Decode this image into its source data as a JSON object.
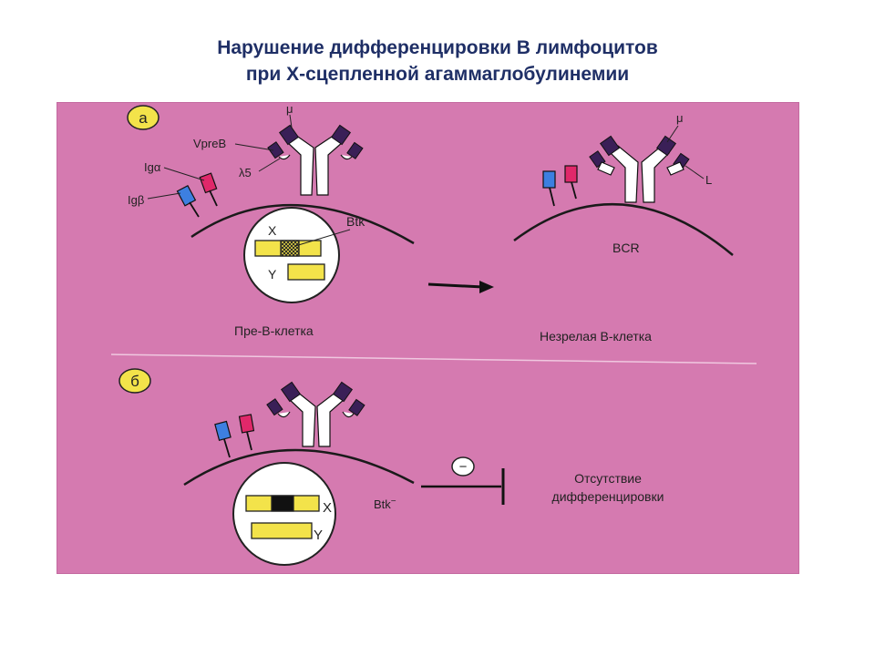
{
  "title": {
    "line1": "Нарушение дифференцировки В лимфоцитов",
    "line2": "при Х-сцепленной агаммаглобулинемии"
  },
  "colors": {
    "background": "#d57ab0",
    "title": "#1f2f66",
    "yellow": "#f3e34a",
    "ig_beta": "#3d7fe0",
    "ig_alpha": "#e0286a",
    "heavy_chain_dark": "#3a1f57",
    "membrane": "#1a1a1a"
  },
  "panel_a": {
    "badge": "а",
    "labels": {
      "mu": "μ",
      "vpreb": "VpreB",
      "lambda5": "λ5",
      "ig_alpha": "Igα",
      "ig_beta": "Igβ",
      "x": "X",
      "y": "Y",
      "btk": "Btk",
      "caption_left": "Пре-В-клетка",
      "mu_right": "μ",
      "l": "L",
      "bcr": "BCR",
      "caption_right": "Незрелая В-клетка"
    }
  },
  "panel_b": {
    "badge": "б",
    "labels": {
      "x": "X",
      "y": "Y",
      "btk_minus": "Btk",
      "btk_sup": "−",
      "minus": "−",
      "caption_line1": "Отсутствие",
      "caption_line2": "дифференцировки"
    }
  }
}
